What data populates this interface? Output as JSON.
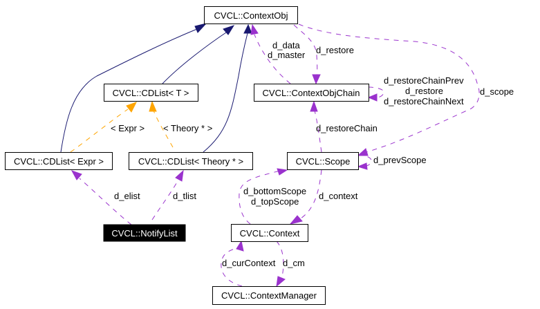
{
  "title": "Collaboration diagram for CVCL::NotifyList",
  "colors": {
    "inheritance": "#191970",
    "template": "#ffa500",
    "usage": "#9a32cd",
    "highlight_fill": "#000000",
    "highlight_text": "#ffffff"
  },
  "nodes": {
    "context_obj": "CVCL::ContextObj",
    "cdlist_t": "CVCL::CDList< T >",
    "context_obj_chain": "CVCL::ContextObjChain",
    "cdlist_expr": "CVCL::CDList< Expr >",
    "cdlist_theory": "CVCL::CDList< Theory * >",
    "scope": "CVCL::Scope",
    "notify_list": "CVCL::NotifyList",
    "context": "CVCL::Context",
    "context_manager": "CVCL::ContextManager"
  },
  "edge_labels": {
    "d_data": "d_data",
    "d_master": "d_master",
    "d_restore_top": "d_restore",
    "d_restore_chain_prev": "d_restoreChainPrev",
    "d_restore_self": "d_restore",
    "d_restore_chain_next": "d_restoreChainNext",
    "d_scope": "d_scope",
    "expr_template": "< Expr >",
    "theory_template": "< Theory * >",
    "d_restore_chain": "d_restoreChain",
    "d_prev_scope": "d_prevScope",
    "d_elist": "d_elist",
    "d_tlist": "d_tlist",
    "d_bottom_scope": "d_bottomScope",
    "d_top_scope": "d_topScope",
    "d_context": "d_context",
    "d_cur_context": "d_curContext",
    "d_cm": "d_cm"
  },
  "edges": [
    {
      "from": "cdlist_expr",
      "to": "context_obj",
      "kind": "inheritance"
    },
    {
      "from": "cdlist_t",
      "to": "context_obj",
      "kind": "inheritance"
    },
    {
      "from": "cdlist_theory",
      "to": "context_obj",
      "kind": "inheritance"
    },
    {
      "from": "context_obj_chain",
      "to": "context_obj",
      "kind": "usage",
      "label": "d_data / d_master"
    },
    {
      "from": "context_obj",
      "to": "context_obj_chain",
      "kind": "usage",
      "label": "d_restore"
    },
    {
      "from": "context_obj_chain",
      "to": "context_obj_chain",
      "kind": "usage",
      "label": "d_restoreChainPrev / d_restore / d_restoreChainNext"
    },
    {
      "from": "context_obj",
      "to": "scope",
      "kind": "usage",
      "label": "d_scope"
    },
    {
      "from": "cdlist_expr",
      "to": "cdlist_t",
      "kind": "template",
      "label": "< Expr >"
    },
    {
      "from": "cdlist_theory",
      "to": "cdlist_t",
      "kind": "template",
      "label": "< Theory * >"
    },
    {
      "from": "scope",
      "to": "context_obj_chain",
      "kind": "usage",
      "label": "d_restoreChain"
    },
    {
      "from": "scope",
      "to": "scope",
      "kind": "usage",
      "label": "d_prevScope"
    },
    {
      "from": "notify_list",
      "to": "cdlist_expr",
      "kind": "usage",
      "label": "d_elist"
    },
    {
      "from": "notify_list",
      "to": "cdlist_theory",
      "kind": "usage",
      "label": "d_tlist"
    },
    {
      "from": "context",
      "to": "scope",
      "kind": "usage",
      "label": "d_bottomScope / d_topScope"
    },
    {
      "from": "scope",
      "to": "context",
      "kind": "usage",
      "label": "d_context"
    },
    {
      "from": "context_manager",
      "to": "context",
      "kind": "usage",
      "label": "d_curContext"
    },
    {
      "from": "context",
      "to": "context_manager",
      "kind": "usage",
      "label": "d_cm"
    }
  ]
}
